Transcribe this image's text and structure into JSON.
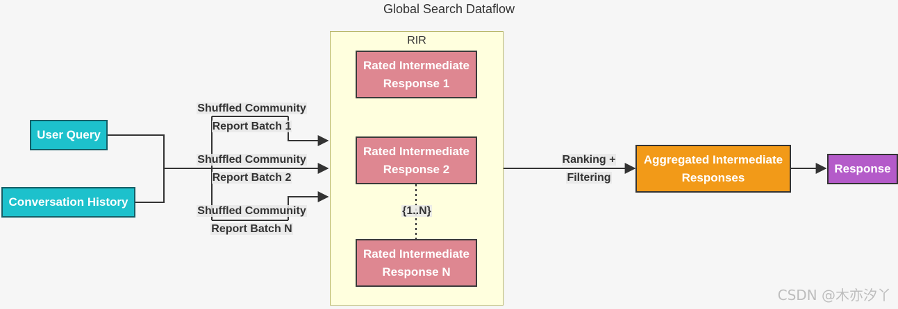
{
  "title": "Global Search Dataflow",
  "nodes": {
    "user_query": "User Query",
    "conversation_history": "Conversation History",
    "rir_label": "RIR",
    "rated_1_line1": "Rated Intermediate",
    "rated_1_line2": "Response 1",
    "rated_2_line1": "Rated Intermediate",
    "rated_2_line2": "Response 2",
    "rated_n_line1": "Rated Intermediate",
    "rated_n_line2": "Response N",
    "aggregated_line1": "Aggregated Intermediate",
    "aggregated_line2": "Responses",
    "response": "Response"
  },
  "edge_labels": {
    "batch1_line1": "Shuffled Community",
    "batch1_line2": "Report Batch 1",
    "batch2_line1": "Shuffled Community",
    "batch2_line2": "Report Batch 2",
    "batchn_line1": "Shuffled Community",
    "batchn_line2": "Report Batch N",
    "range": "{1..N}",
    "ranking_line1": "Ranking +",
    "ranking_line2": "Filtering"
  },
  "colors": {
    "teal": "#1dc1cc",
    "pink": "#de8791",
    "orange": "#f29a18",
    "purple": "#b45bc9",
    "rir_bg": "#ffffde"
  },
  "watermark": "CSDN @木亦汐丫"
}
